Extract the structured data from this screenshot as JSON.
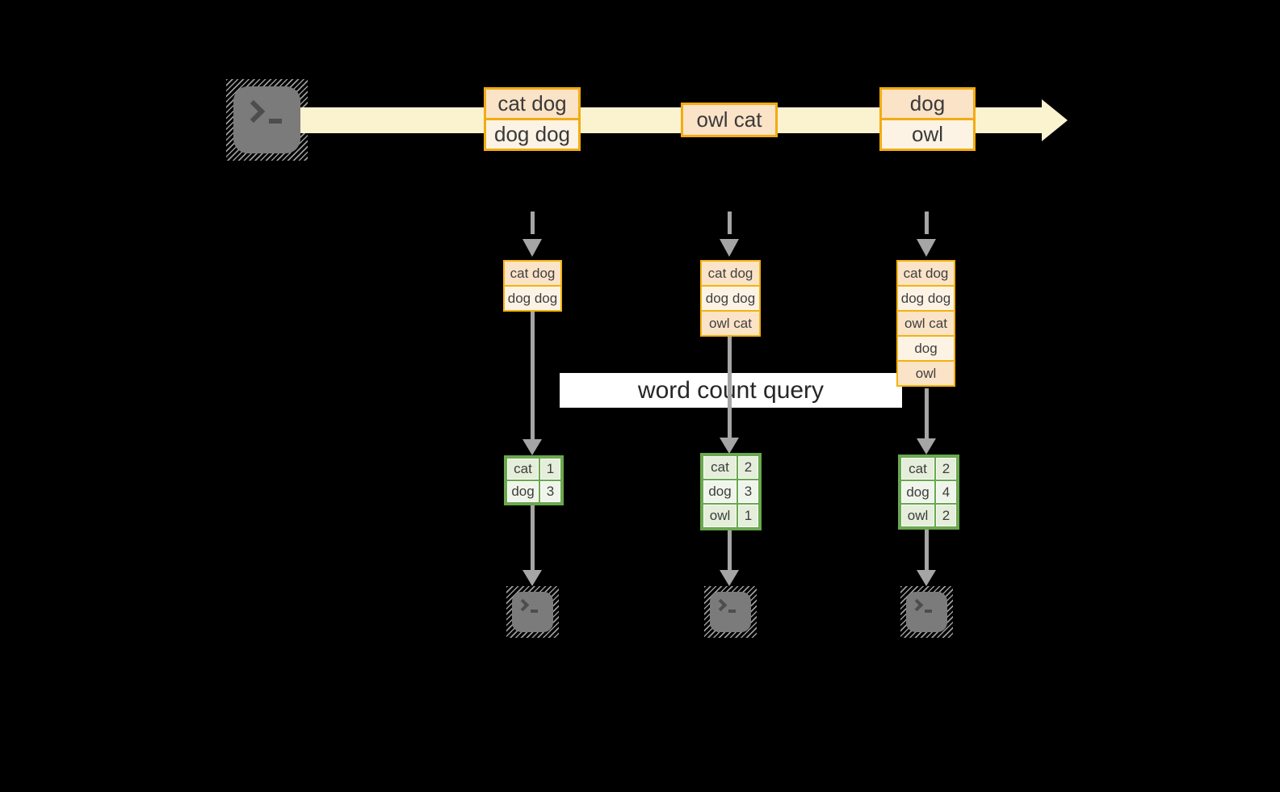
{
  "colors": {
    "background": "#000000",
    "stream_fill": "#FBF2D0",
    "box_border_orange": "#F2AB10",
    "box_fill_peach": "#FBE3C8",
    "box_fill_cream": "#FDF3E5",
    "table_border_green": "#6AA84F",
    "table_fill_green": "#E4EEDA",
    "table_fill_green_alt": "#EFF5EA",
    "arrow_gray": "#A5A5A5",
    "terminal_gray": "#7B7B7B",
    "banner_bg": "#FFFFFF"
  },
  "banner": {
    "label": "word count query"
  },
  "stream": {
    "source_icon": "terminal-icon",
    "batches": [
      {
        "lines": [
          "cat dog",
          "dog dog"
        ]
      },
      {
        "lines": [
          "owl cat"
        ]
      },
      {
        "lines": [
          "dog",
          "owl"
        ]
      }
    ]
  },
  "pipelines": [
    {
      "buffer": [
        "cat dog",
        "dog dog"
      ],
      "counts": [
        {
          "word": "cat",
          "n": "1"
        },
        {
          "word": "dog",
          "n": "3"
        }
      ],
      "sink_icon": "terminal-icon"
    },
    {
      "buffer": [
        "cat dog",
        "dog dog",
        "owl cat"
      ],
      "counts": [
        {
          "word": "cat",
          "n": "2"
        },
        {
          "word": "dog",
          "n": "3"
        },
        {
          "word": "owl",
          "n": "1"
        }
      ],
      "sink_icon": "terminal-icon"
    },
    {
      "buffer": [
        "cat dog",
        "dog dog",
        "owl cat",
        "dog",
        "owl"
      ],
      "counts": [
        {
          "word": "cat",
          "n": "2"
        },
        {
          "word": "dog",
          "n": "4"
        },
        {
          "word": "owl",
          "n": "2"
        }
      ],
      "sink_icon": "terminal-icon"
    }
  ]
}
